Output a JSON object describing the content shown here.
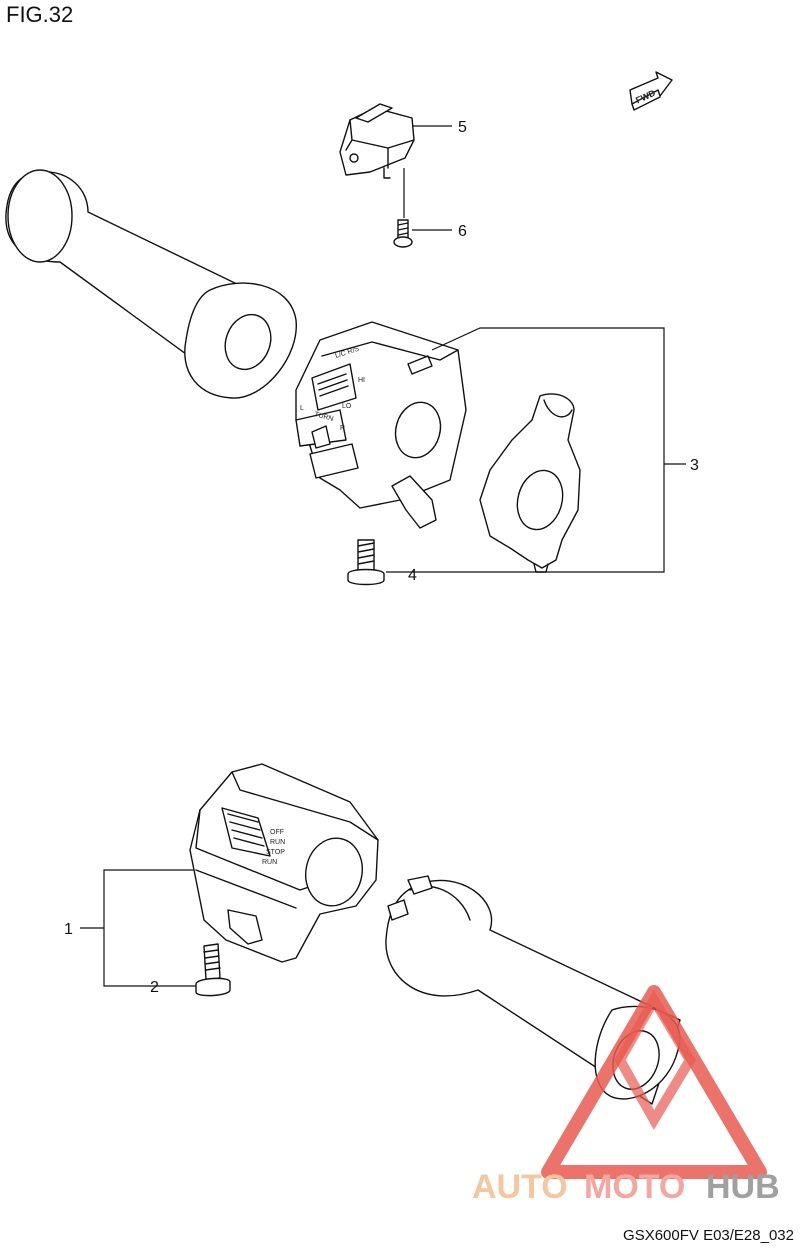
{
  "figure": {
    "title": "FIG.32",
    "code": "GSX600FV E03/E28_032",
    "fwd_label": "FWD"
  },
  "parts": [
    {
      "ref": "1"
    },
    {
      "ref": "2"
    },
    {
      "ref": "3"
    },
    {
      "ref": "4"
    },
    {
      "ref": "5"
    },
    {
      "ref": "6"
    }
  ],
  "switch_labels": {
    "right_top": "L/C R/S",
    "hi": "HI",
    "lo": "LO",
    "turn": "TURN",
    "l": "L",
    "r": "R",
    "left_off": "OFF",
    "run": "RUN",
    "stop": "STOP",
    "left_run": "RUN"
  },
  "watermark": {
    "part1": "AUTO",
    "part2": "MOTO",
    "part3": "HUB",
    "colors": {
      "auto": "#f5c6a0",
      "moto": "#f4a6a0",
      "hub": "#a0a0a0",
      "triangle": "#e85a50"
    }
  }
}
